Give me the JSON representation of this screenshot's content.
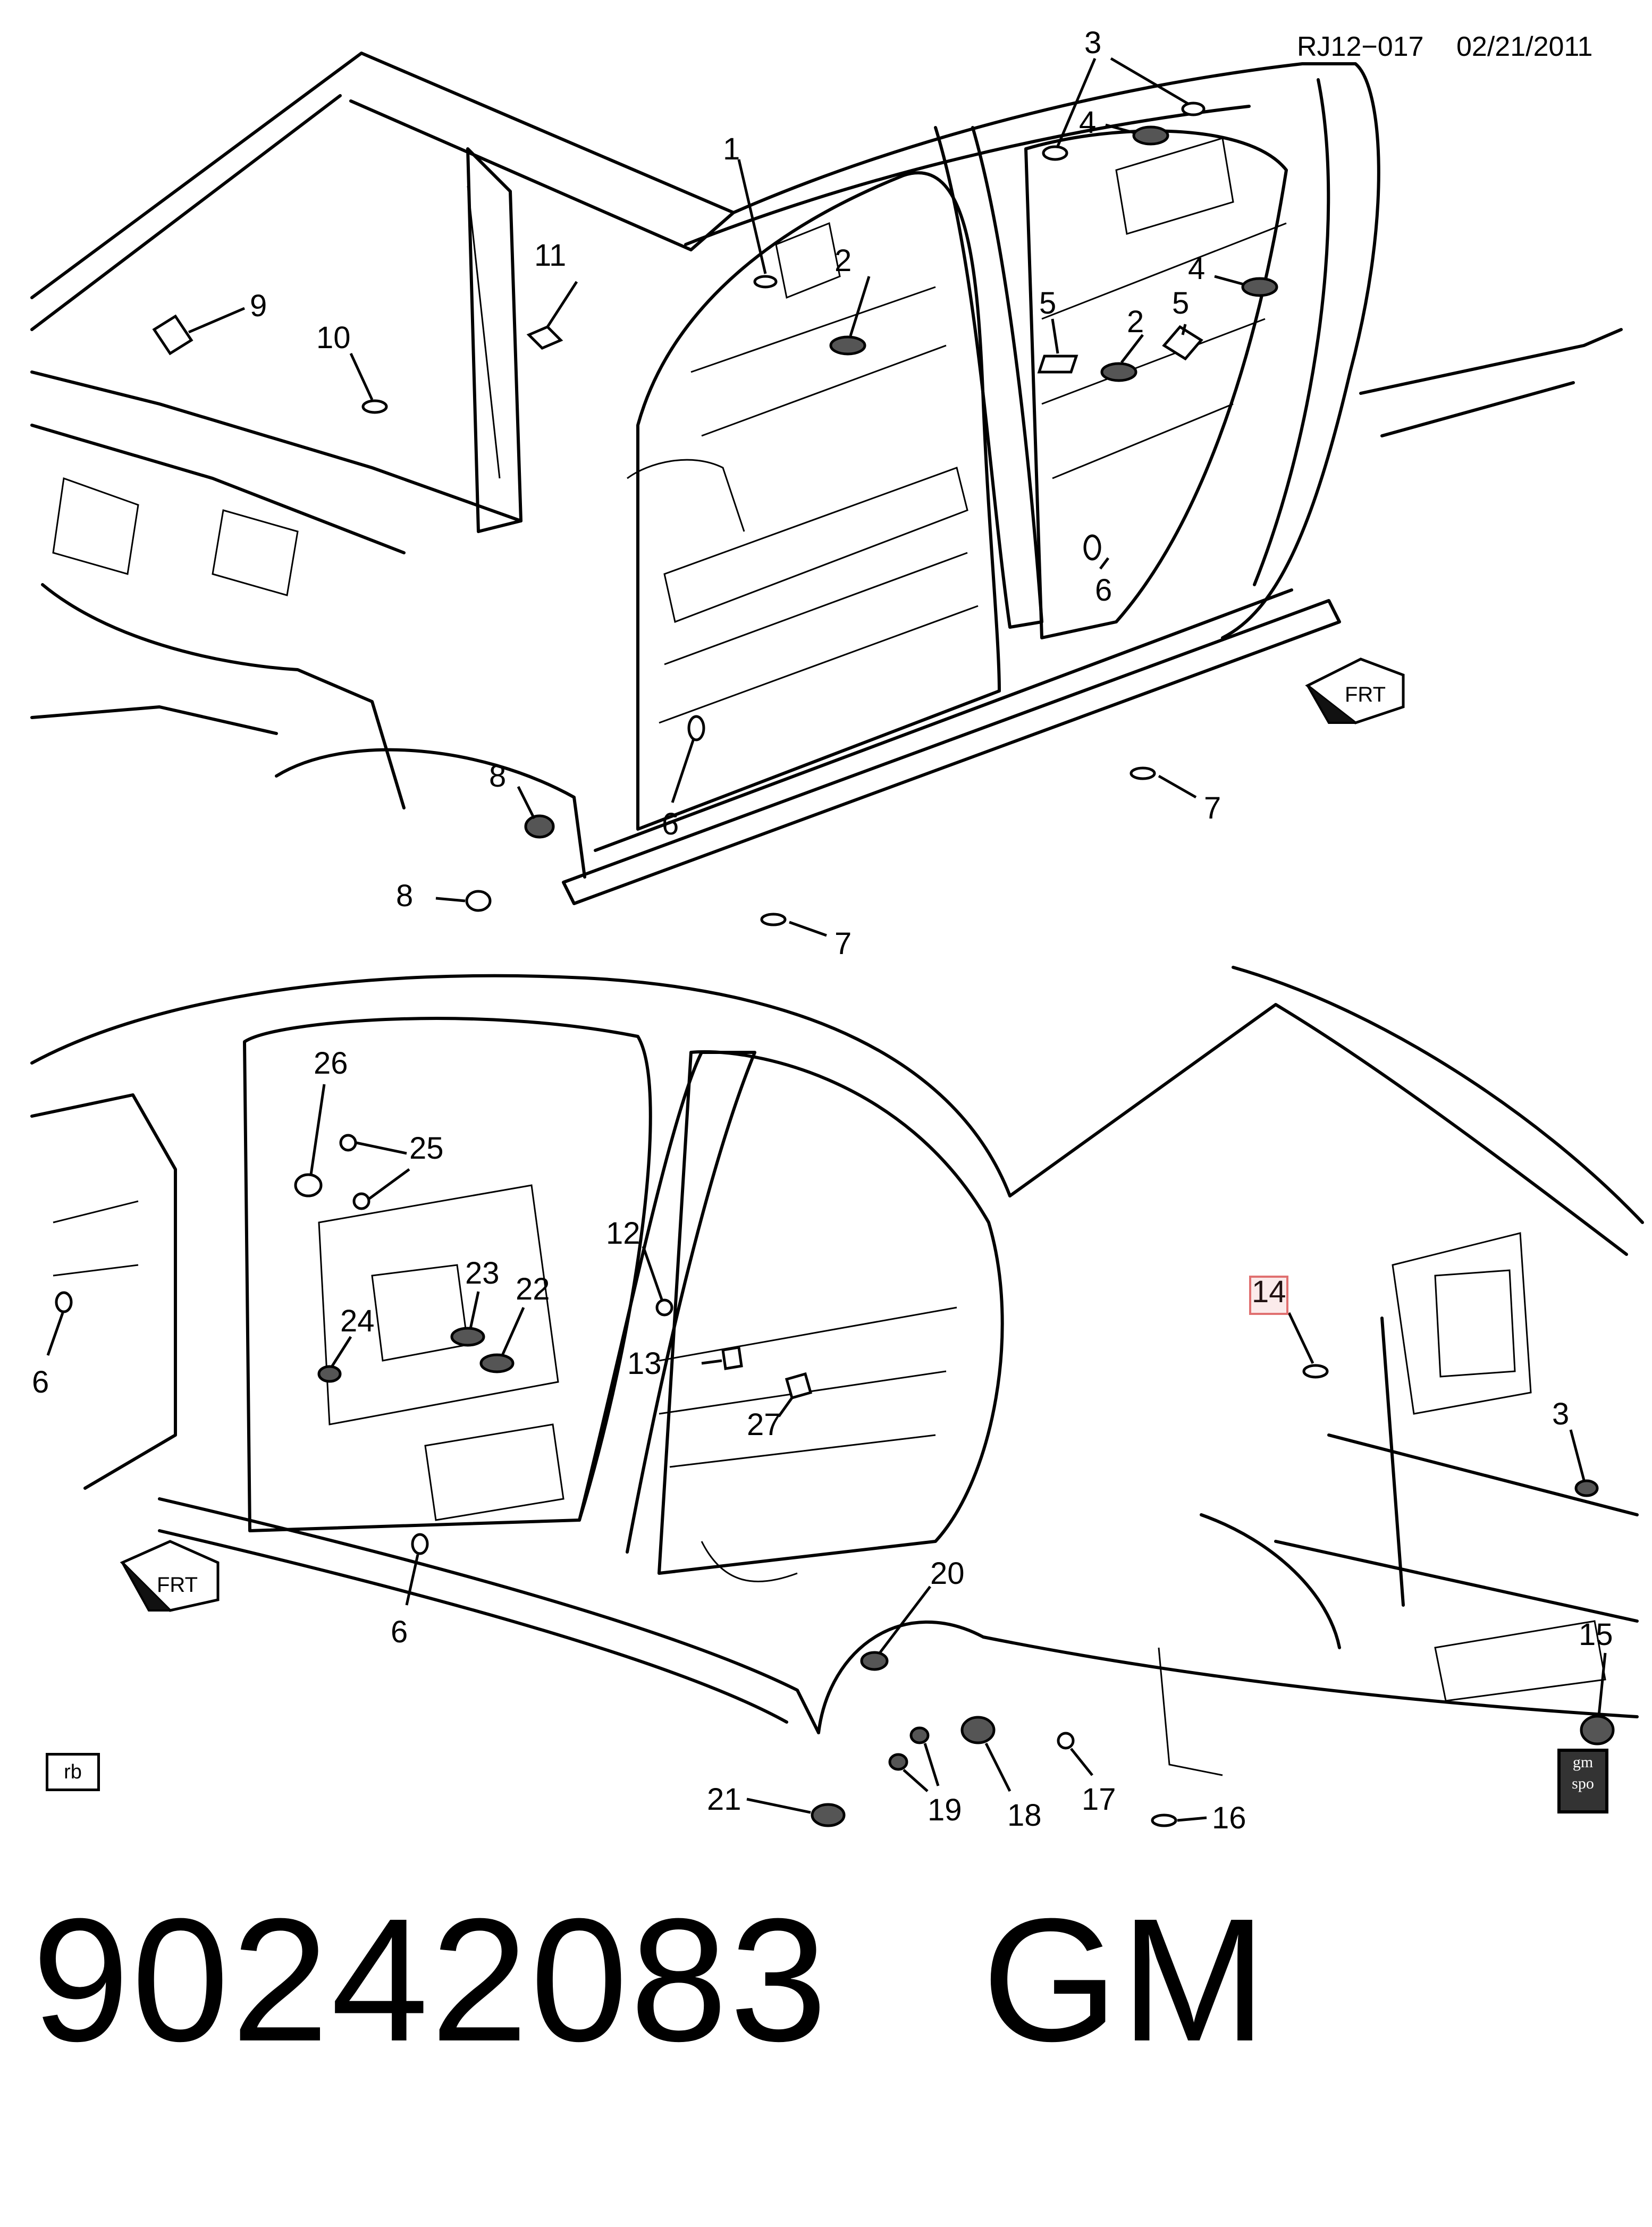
{
  "header": {
    "ref_code": "RJ12−017",
    "date": "02/21/2011"
  },
  "footer": {
    "part_number": "90242083",
    "brand": "GM"
  },
  "tags": {
    "rb": "rb",
    "gm_line1": "gm",
    "gm_line2": "spo"
  },
  "highlight_color": "#e07070",
  "callouts": {
    "c1": "1",
    "c2a": "2",
    "c2b": "2",
    "c3a": "3",
    "c3b": "3",
    "c4a": "4",
    "c4b": "4",
    "c5a": "5",
    "c5b": "5",
    "c6a": "6",
    "c6b": "6",
    "c6c": "6",
    "c6d": "6",
    "c7a": "7",
    "c7b": "7",
    "c8a": "8",
    "c8b": "8",
    "c9": "9",
    "c10": "10",
    "c11": "11",
    "c12": "12",
    "c13": "13",
    "c14": "14",
    "c15": "15",
    "c16": "16",
    "c17": "17",
    "c18": "18",
    "c19": "19",
    "c20": "20",
    "c21": "21",
    "c22": "22",
    "c23": "23",
    "c24": "24",
    "c25": "25",
    "c26": "26",
    "c27": "27"
  },
  "frt_labels": {
    "top": "FRT",
    "bottom": "FRT"
  }
}
